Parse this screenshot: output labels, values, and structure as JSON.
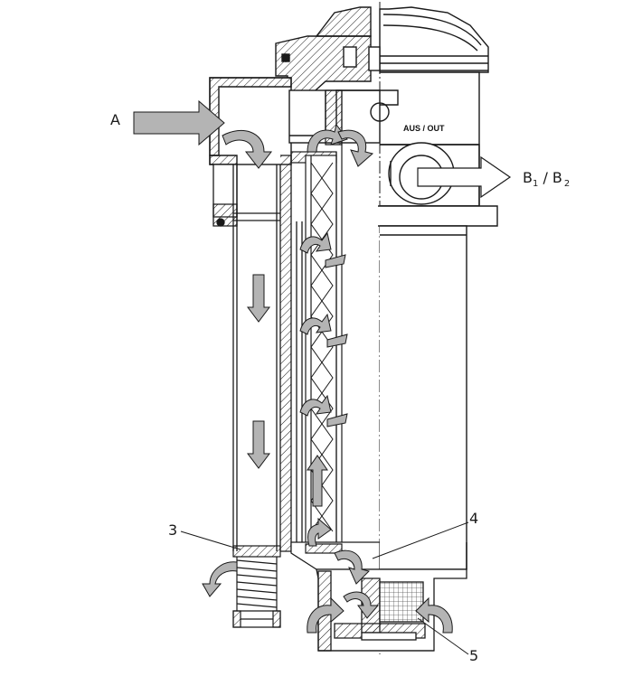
{
  "labels": {
    "inlet": "A",
    "outlet_caption": "AUS / OUT",
    "outlet_b1": "B",
    "outlet_b1_sub": "1",
    "outlet_sep": " / ",
    "outlet_b2": "B",
    "outlet_b2_sub": "2",
    "callout_3": "3",
    "callout_4": "4",
    "callout_5": "5"
  },
  "colors": {
    "line": "#1a1a1a",
    "flow_arrow": "#b4b4b4",
    "outlet_arrow": "#ffffff",
    "hatch": "#1a1a1a"
  }
}
